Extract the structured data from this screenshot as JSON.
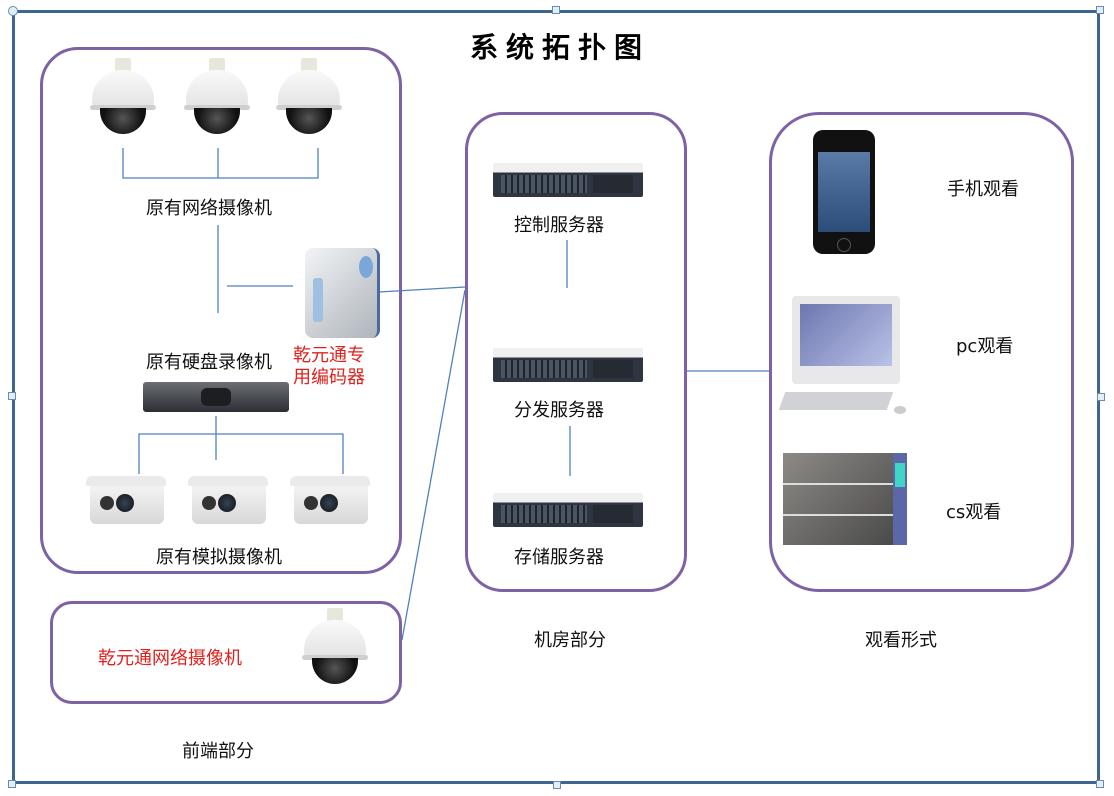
{
  "title": "系统拓扑图",
  "sections": {
    "front_end": {
      "label": "前端部分",
      "existing_network_cameras": {
        "label": "原有网络摄像机",
        "count": 3,
        "icon": "dome-camera-icon"
      },
      "existing_dvr": {
        "label": "原有硬盘录像机",
        "icon": "dvr-icon"
      },
      "encoder": {
        "label_line1": "乾元通专",
        "label_line2": "用编码器",
        "icon": "encoder-icon"
      },
      "existing_analog_cameras": {
        "label": "原有模拟摄像机",
        "count": 3,
        "icon": "bullet-camera-icon"
      },
      "qyt_network_camera": {
        "label": "乾元通网络摄像机",
        "icon": "dome-camera-icon"
      }
    },
    "server_room": {
      "label": "机房部分",
      "servers": [
        {
          "label": "控制服务器",
          "icon": "rack-server-icon"
        },
        {
          "label": "分发服务器",
          "icon": "rack-server-icon"
        },
        {
          "label": "存储服务器",
          "icon": "rack-server-icon"
        }
      ]
    },
    "viewing": {
      "label": "观看形式",
      "modes": [
        {
          "label": "手机观看",
          "icon": "smartphone-icon"
        },
        {
          "label": "pc观看",
          "icon": "desktop-pc-icon"
        },
        {
          "label": "cs观看",
          "icon": "cs-client-icon"
        }
      ]
    }
  },
  "colors": {
    "frame": "#3c6591",
    "group_border": "#7d62a4",
    "connector": "#4f81bd",
    "highlight_text": "#e0211c"
  }
}
